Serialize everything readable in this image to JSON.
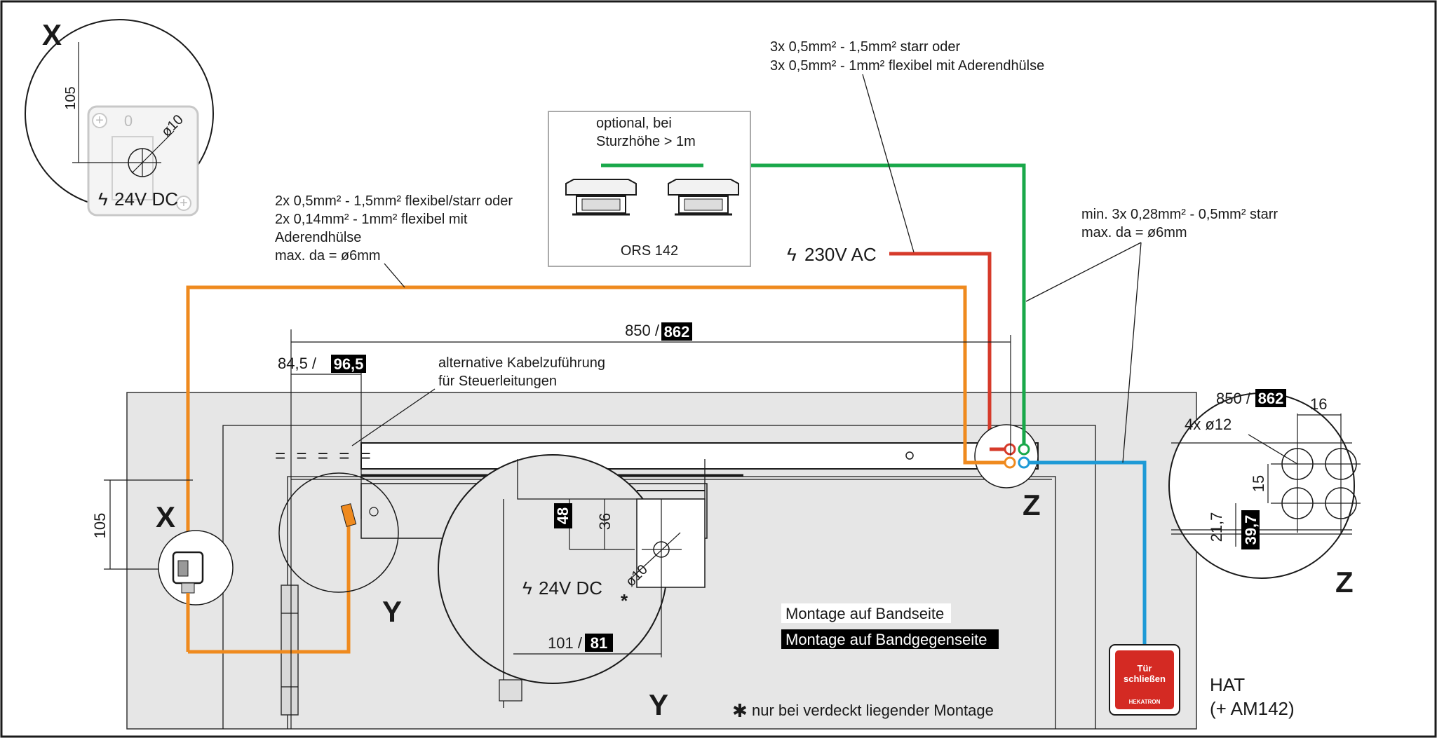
{
  "detail_x": {
    "label": "X",
    "dim_105": "105",
    "dim_dia10": "ø10",
    "voltage": "24V DC",
    "plus": "+",
    "zero": "0"
  },
  "cable_top": {
    "line1": "3x 0,5mm² - 1,5mm² starr oder",
    "line2": "3x 0,5mm² - 1mm² flexibel mit Aderendhülse"
  },
  "ors_box": {
    "note1": "optional, bei",
    "note2": "Sturzhöhe > 1m",
    "name": "ORS 142"
  },
  "cable_left": {
    "line1": "2x 0,5mm² - 1,5mm² flexibel/starr oder",
    "line2": "2x 0,14mm² - 1mm² flexibel mit",
    "line3": "Aderendhülse",
    "line4": "max. da = ø6mm"
  },
  "cable_right": {
    "line1": "min. 3x 0,28mm² - 0,5mm² starr",
    "line2": "max. da = ø6mm"
  },
  "mains": {
    "label": "230V AC"
  },
  "dims": {
    "d850": "850 /",
    "d862": "862",
    "d845": "84,5 /",
    "d965": "96,5",
    "alt1": "alternative Kabelzuführung",
    "alt2": "für Steuerleitungen",
    "d105": "105"
  },
  "labels": {
    "x": "X",
    "y": "Y",
    "y2": "Y",
    "z": "Z",
    "z2": "Z"
  },
  "detail_y": {
    "d48": "48",
    "d36": "36",
    "dia10": "ø10",
    "voltage": "24V DC",
    "star": "*",
    "d101": "101 /",
    "d81": "81"
  },
  "detail_z": {
    "d850": "850 /",
    "d862": "862",
    "d16": "16",
    "holes": "4x ø12",
    "d15": "15",
    "d217": "21,7",
    "d397": "39,7"
  },
  "legend": {
    "band": "Montage auf Bandseite",
    "gegen": "Montage auf Bandgegenseite"
  },
  "footnote": {
    "star": "✱",
    "text": "nur bei verdeckt liegender Montage"
  },
  "hat": {
    "btn1": "Tür",
    "btn2": "schließen",
    "brand": "HEKATRON",
    "name": "HAT",
    "sub": "(+ AM142)"
  },
  "colors": {
    "orange": "#ef8a1e",
    "red": "#d63a2a",
    "green": "#19a84a",
    "blue": "#1e9ad6",
    "wall": "#e6e6e6"
  }
}
